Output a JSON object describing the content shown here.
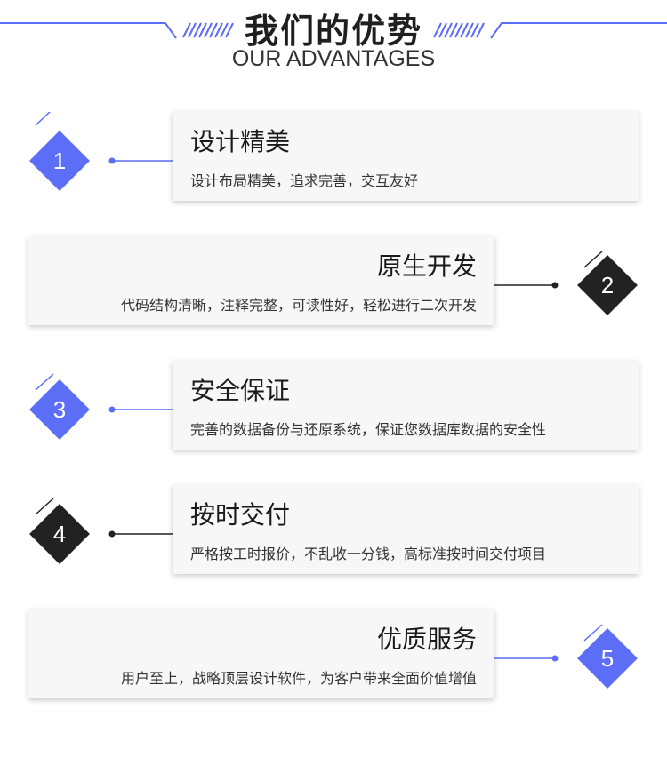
{
  "header": {
    "title": "我们的优势",
    "subtitle": "OUR ADVANTAGES",
    "line_color": "#5b6ef5"
  },
  "colors": {
    "blue": "#5b6ef5",
    "dark": "#222222"
  },
  "items": [
    {
      "num": "1",
      "title": "设计精美",
      "desc": "设计布局精美，追求完善，交互友好",
      "side": "right",
      "badge_color": "blue"
    },
    {
      "num": "2",
      "title": "原生开发",
      "desc": "代码结构清晰，注释完整，可读性好，轻松进行二次开发",
      "side": "left",
      "badge_color": "dark"
    },
    {
      "num": "3",
      "title": "安全保证",
      "desc": "完善的数据备份与还原系统，保证您数据库数据的安全性",
      "side": "right",
      "badge_color": "blue"
    },
    {
      "num": "4",
      "title": "按时交付",
      "desc": "严格按工时报价，不乱收一分钱，高标准按时间交付项目",
      "side": "right",
      "badge_color": "dark"
    },
    {
      "num": "5",
      "title": "优质服务",
      "desc": "用户至上，战略顶层设计软件，为客户带来全面价值增值",
      "side": "left",
      "badge_color": "blue"
    }
  ]
}
